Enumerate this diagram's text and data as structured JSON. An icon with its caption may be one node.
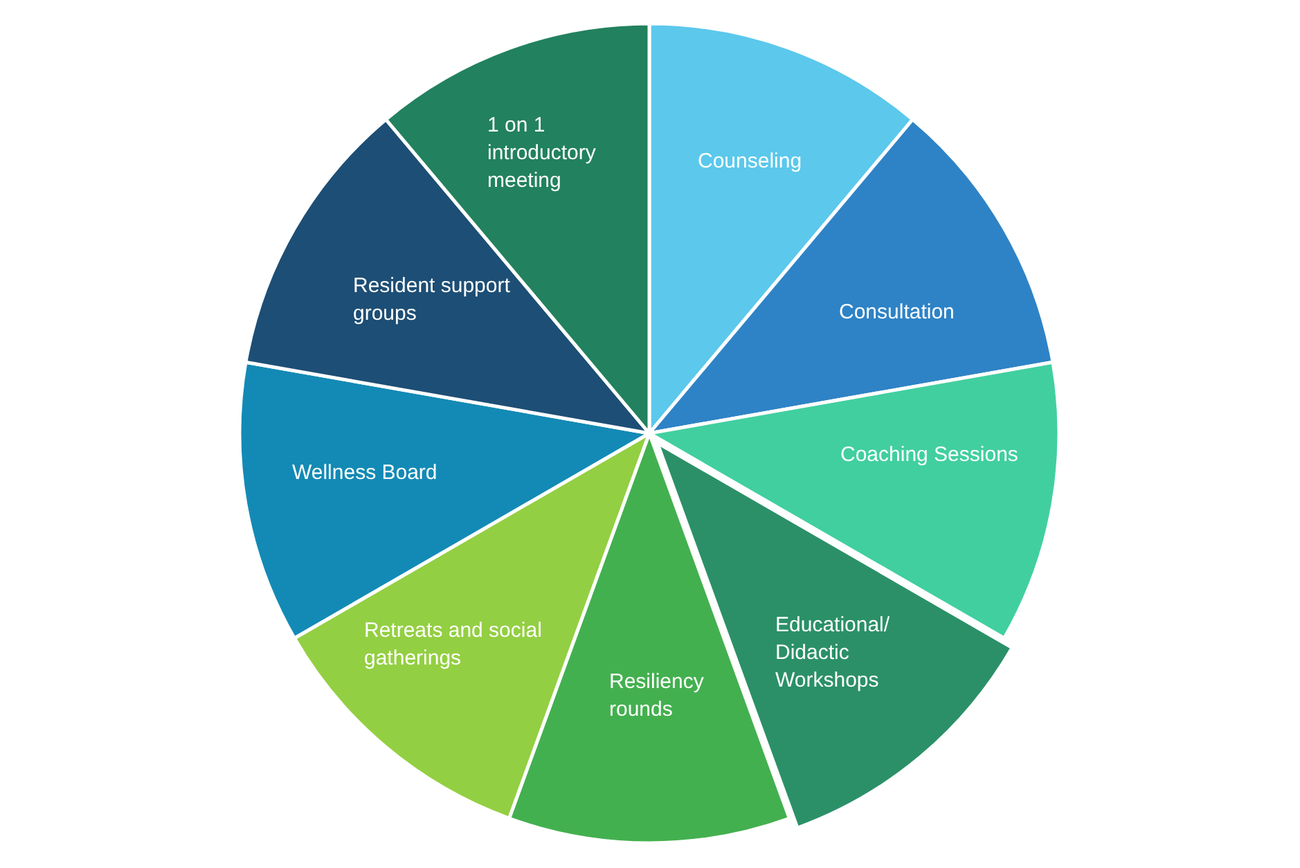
{
  "diagram": {
    "nodes": [
      {
        "text": [
          "Counseling"
        ]
      },
      {
        "text": [
          "Consultation"
        ]
      },
      {
        "text": [
          "Coaching Sessions"
        ]
      },
      {
        "text": [
          "Educational/ Didactic Workshops"
        ]
      },
      {
        "text": [
          "Resiliency rounds"
        ]
      },
      {
        "text": [
          "Retreats and social gatherings"
        ]
      },
      {
        "text": [
          "Wellness Board"
        ]
      },
      {
        "text": [
          "Resident support groups"
        ]
      },
      {
        "text": [
          "1 on 1 introductory meeting"
        ]
      }
    ]
  }
}
